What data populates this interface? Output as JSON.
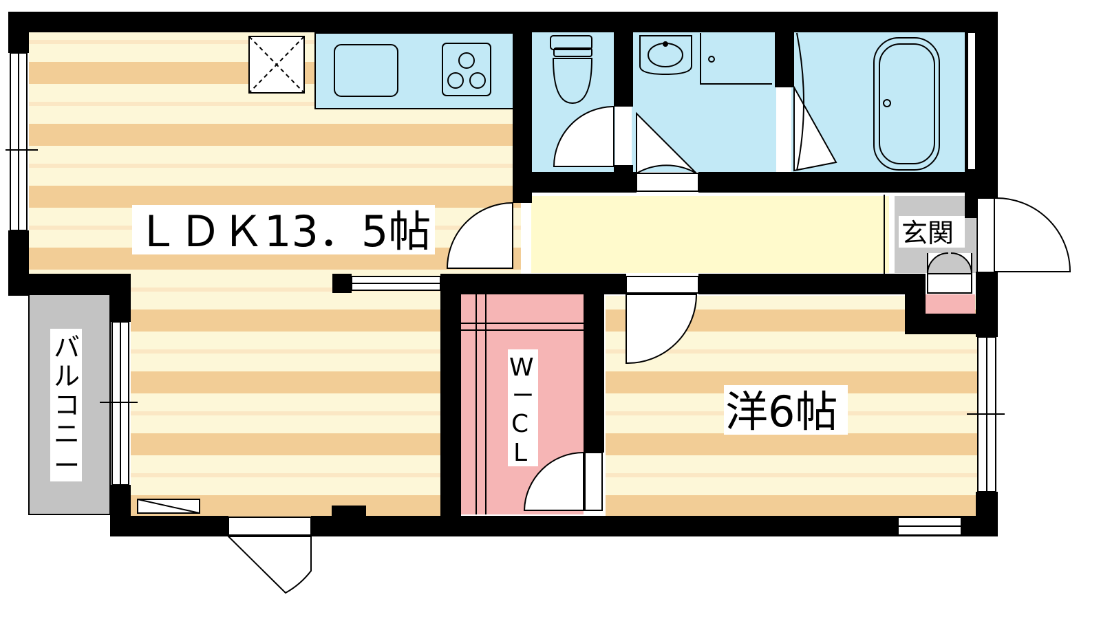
{
  "rooms": {
    "ldk": "ＬＤＫ13．5帖",
    "western": "洋6帖",
    "entrance": "玄関",
    "balcony": [
      "バ",
      "ル",
      "コ",
      "ニ",
      "ー"
    ],
    "wcl": [
      "W",
      "ー",
      "C",
      "L"
    ]
  },
  "colors": {
    "wall": "#000000",
    "floor_stripe": "#f2cd96",
    "floor_light": "#fdf7d8",
    "wet_area": "#c2e9f6",
    "hall": "#fffacc",
    "closet": "#f6b5b5",
    "balcony": "#c3c3c3",
    "entrance": "#c8c8c8"
  }
}
